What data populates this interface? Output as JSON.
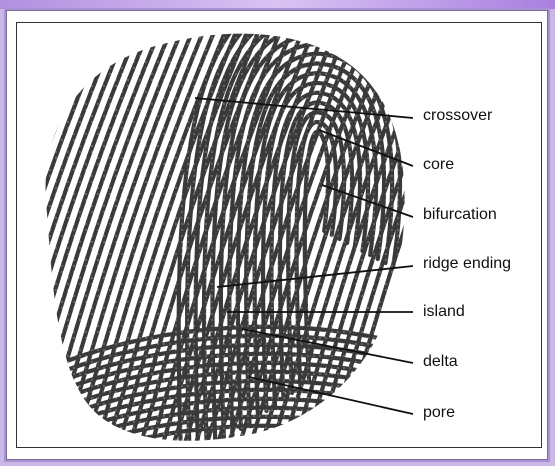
{
  "diagram": {
    "labels": {
      "crossover": "crossover",
      "core": "core",
      "bifurcation": "bifurcation",
      "ridge_ending": "ridge ending",
      "island": "island",
      "delta": "delta",
      "pore": "pore"
    }
  },
  "colors": {
    "background": "#c9b8e6",
    "ridge": "#3a3a3a",
    "leader_line": "#111111"
  }
}
